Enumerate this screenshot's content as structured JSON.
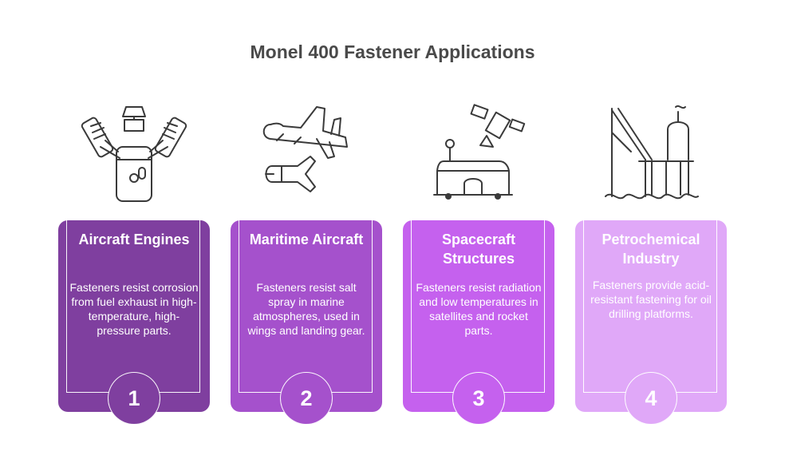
{
  "title": "Monel 400 Fastener Applications",
  "colors": {
    "card1": "#7f3f9f",
    "card2": "#a551cc",
    "card3": "#c561ee",
    "card4": "#e0a8f8"
  },
  "cards": [
    {
      "number": "1",
      "title": "Aircraft Engines",
      "icon": "aircraft-engine-icon",
      "description": "Fasteners resist corrosion from fuel exhaust in high-temperature, high-pressure parts."
    },
    {
      "number": "2",
      "title": "Maritime Aircraft",
      "icon": "plane-and-missile-icon",
      "description": "Fasteners resist salt spray in marine atmospheres, used in wings and landing gear."
    },
    {
      "number": "3",
      "title": "Spacecraft Structures",
      "icon": "satellite-and-rover-icon",
      "description": "Fasteners resist radiation and low temperatures in satellites and rocket parts."
    },
    {
      "number": "4",
      "title": "Petrochemical Industry",
      "icon": "oil-platform-icon",
      "description": "Fasteners provide acid-resistant fastening for oil drilling platforms."
    }
  ]
}
